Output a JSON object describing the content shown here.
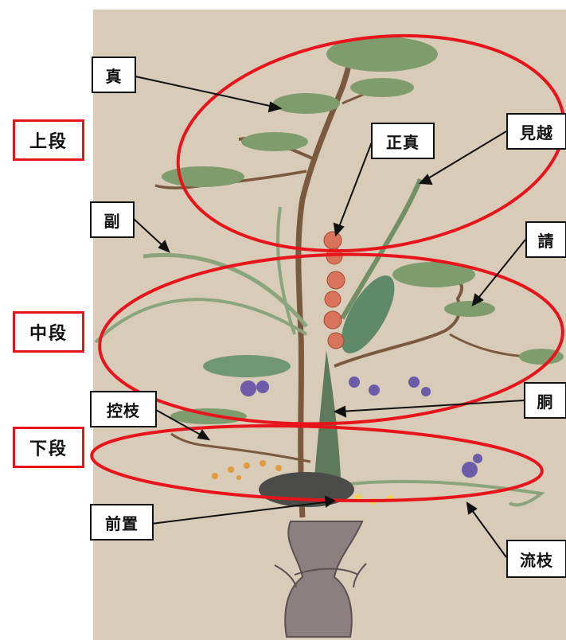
{
  "tiers": {
    "upper": "上段",
    "middle": "中段",
    "lower": "下段"
  },
  "labels": {
    "shin": "真",
    "shoshin": "正真",
    "mikoshi": "見越",
    "soe": "副",
    "uke": "請",
    "do": "胴",
    "hikae": "控枝",
    "maeoki": "前置",
    "nagashi": "流枝"
  },
  "colors": {
    "ellipse": "#e8141b",
    "paper": "#d8cbb8",
    "pine": "#7f9c6f",
    "trunk": "#7a5a3f",
    "vase": "#8c7f80",
    "flower": "#d9735b",
    "iris": "#6b5ba8"
  }
}
